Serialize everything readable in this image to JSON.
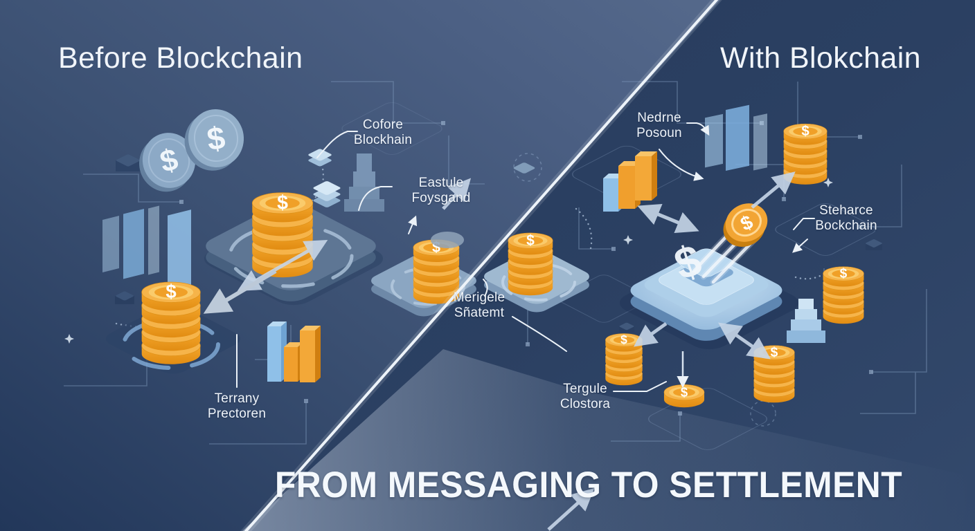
{
  "header": {
    "left_title": "Before Blockchain",
    "right_title": "With Blokchain"
  },
  "footer": {
    "title": "FROM MESSAGING TO SETTLEMENT"
  },
  "callouts": {
    "cofore": {
      "line1": "Cofore",
      "line2": "Blockhain"
    },
    "eastule": {
      "line1": "Eastule",
      "line2": "Foysgand"
    },
    "merigele": {
      "line1": "Merigele",
      "line2": "Sñatemt"
    },
    "terrany": {
      "line1": "Terrany",
      "line2": "Prectoren"
    },
    "nedrne": {
      "line1": "Nedrne",
      "line2": "Posoun"
    },
    "steharce": {
      "line1": "Steharce",
      "line2": "Bockchain"
    },
    "tergule": {
      "line1": "Tergule",
      "line2": "Clostora"
    }
  },
  "icons": {
    "currency_symbol": "$"
  },
  "colors": {
    "coin_orange": "#F2A534",
    "panel_blue": "#8FBCE4",
    "bg_left": "#3F5476",
    "bg_right": "#2C4163",
    "line_light": "#C9D7E8",
    "text": "#EFF4FA"
  }
}
